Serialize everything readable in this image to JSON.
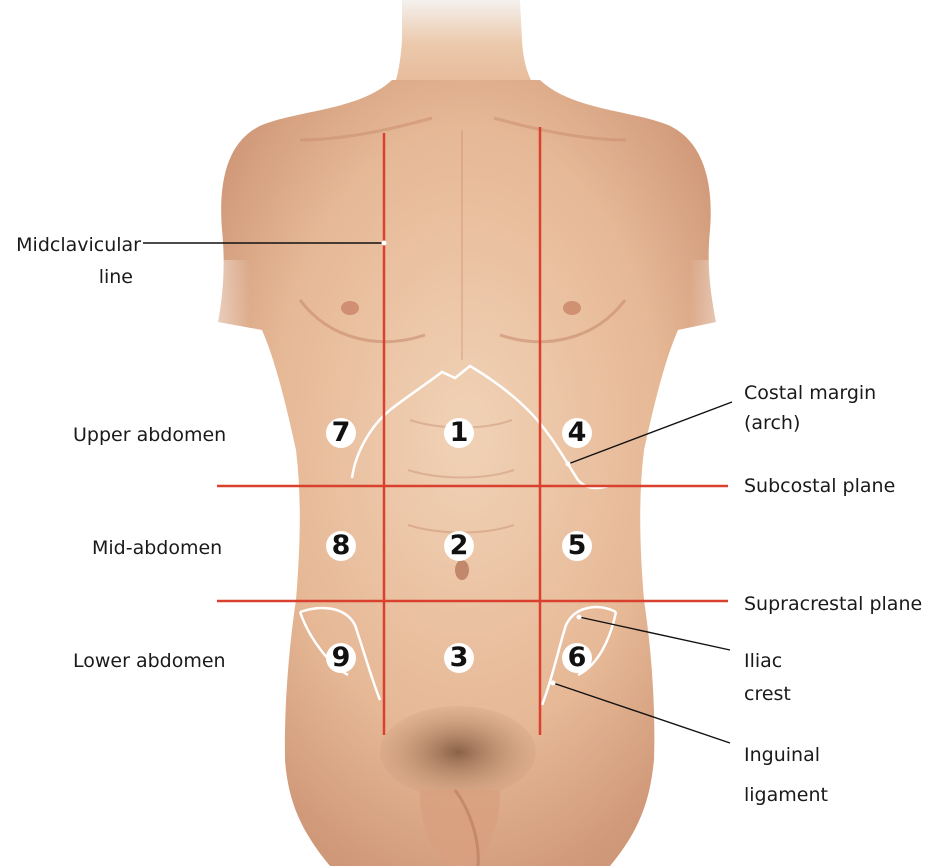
{
  "labels": {
    "midclavicular": [
      "Midclavicular",
      "line"
    ],
    "upper_abdomen": "Upper abdomen",
    "mid_abdomen": "Mid-abdomen",
    "lower_abdomen": "Lower abdomen",
    "costal_margin": [
      "Costal margin",
      "(arch)"
    ],
    "subcostal_plane": "Subcostal plane",
    "supracrestal_plane": "Supracrestal plane",
    "iliac_crest": [
      "Iliac",
      "crest"
    ],
    "inguinal_ligament": [
      "Inguinal",
      "ligament"
    ]
  },
  "regions": [
    "1",
    "2",
    "3",
    "4",
    "5",
    "6",
    "7",
    "8",
    "9"
  ],
  "colors": {
    "skin": "#e9bf9c",
    "skin_shadow": "#c98f6e",
    "reference_line": "#d9412e",
    "outline": "#ffffff",
    "hair": "#8a6248"
  }
}
